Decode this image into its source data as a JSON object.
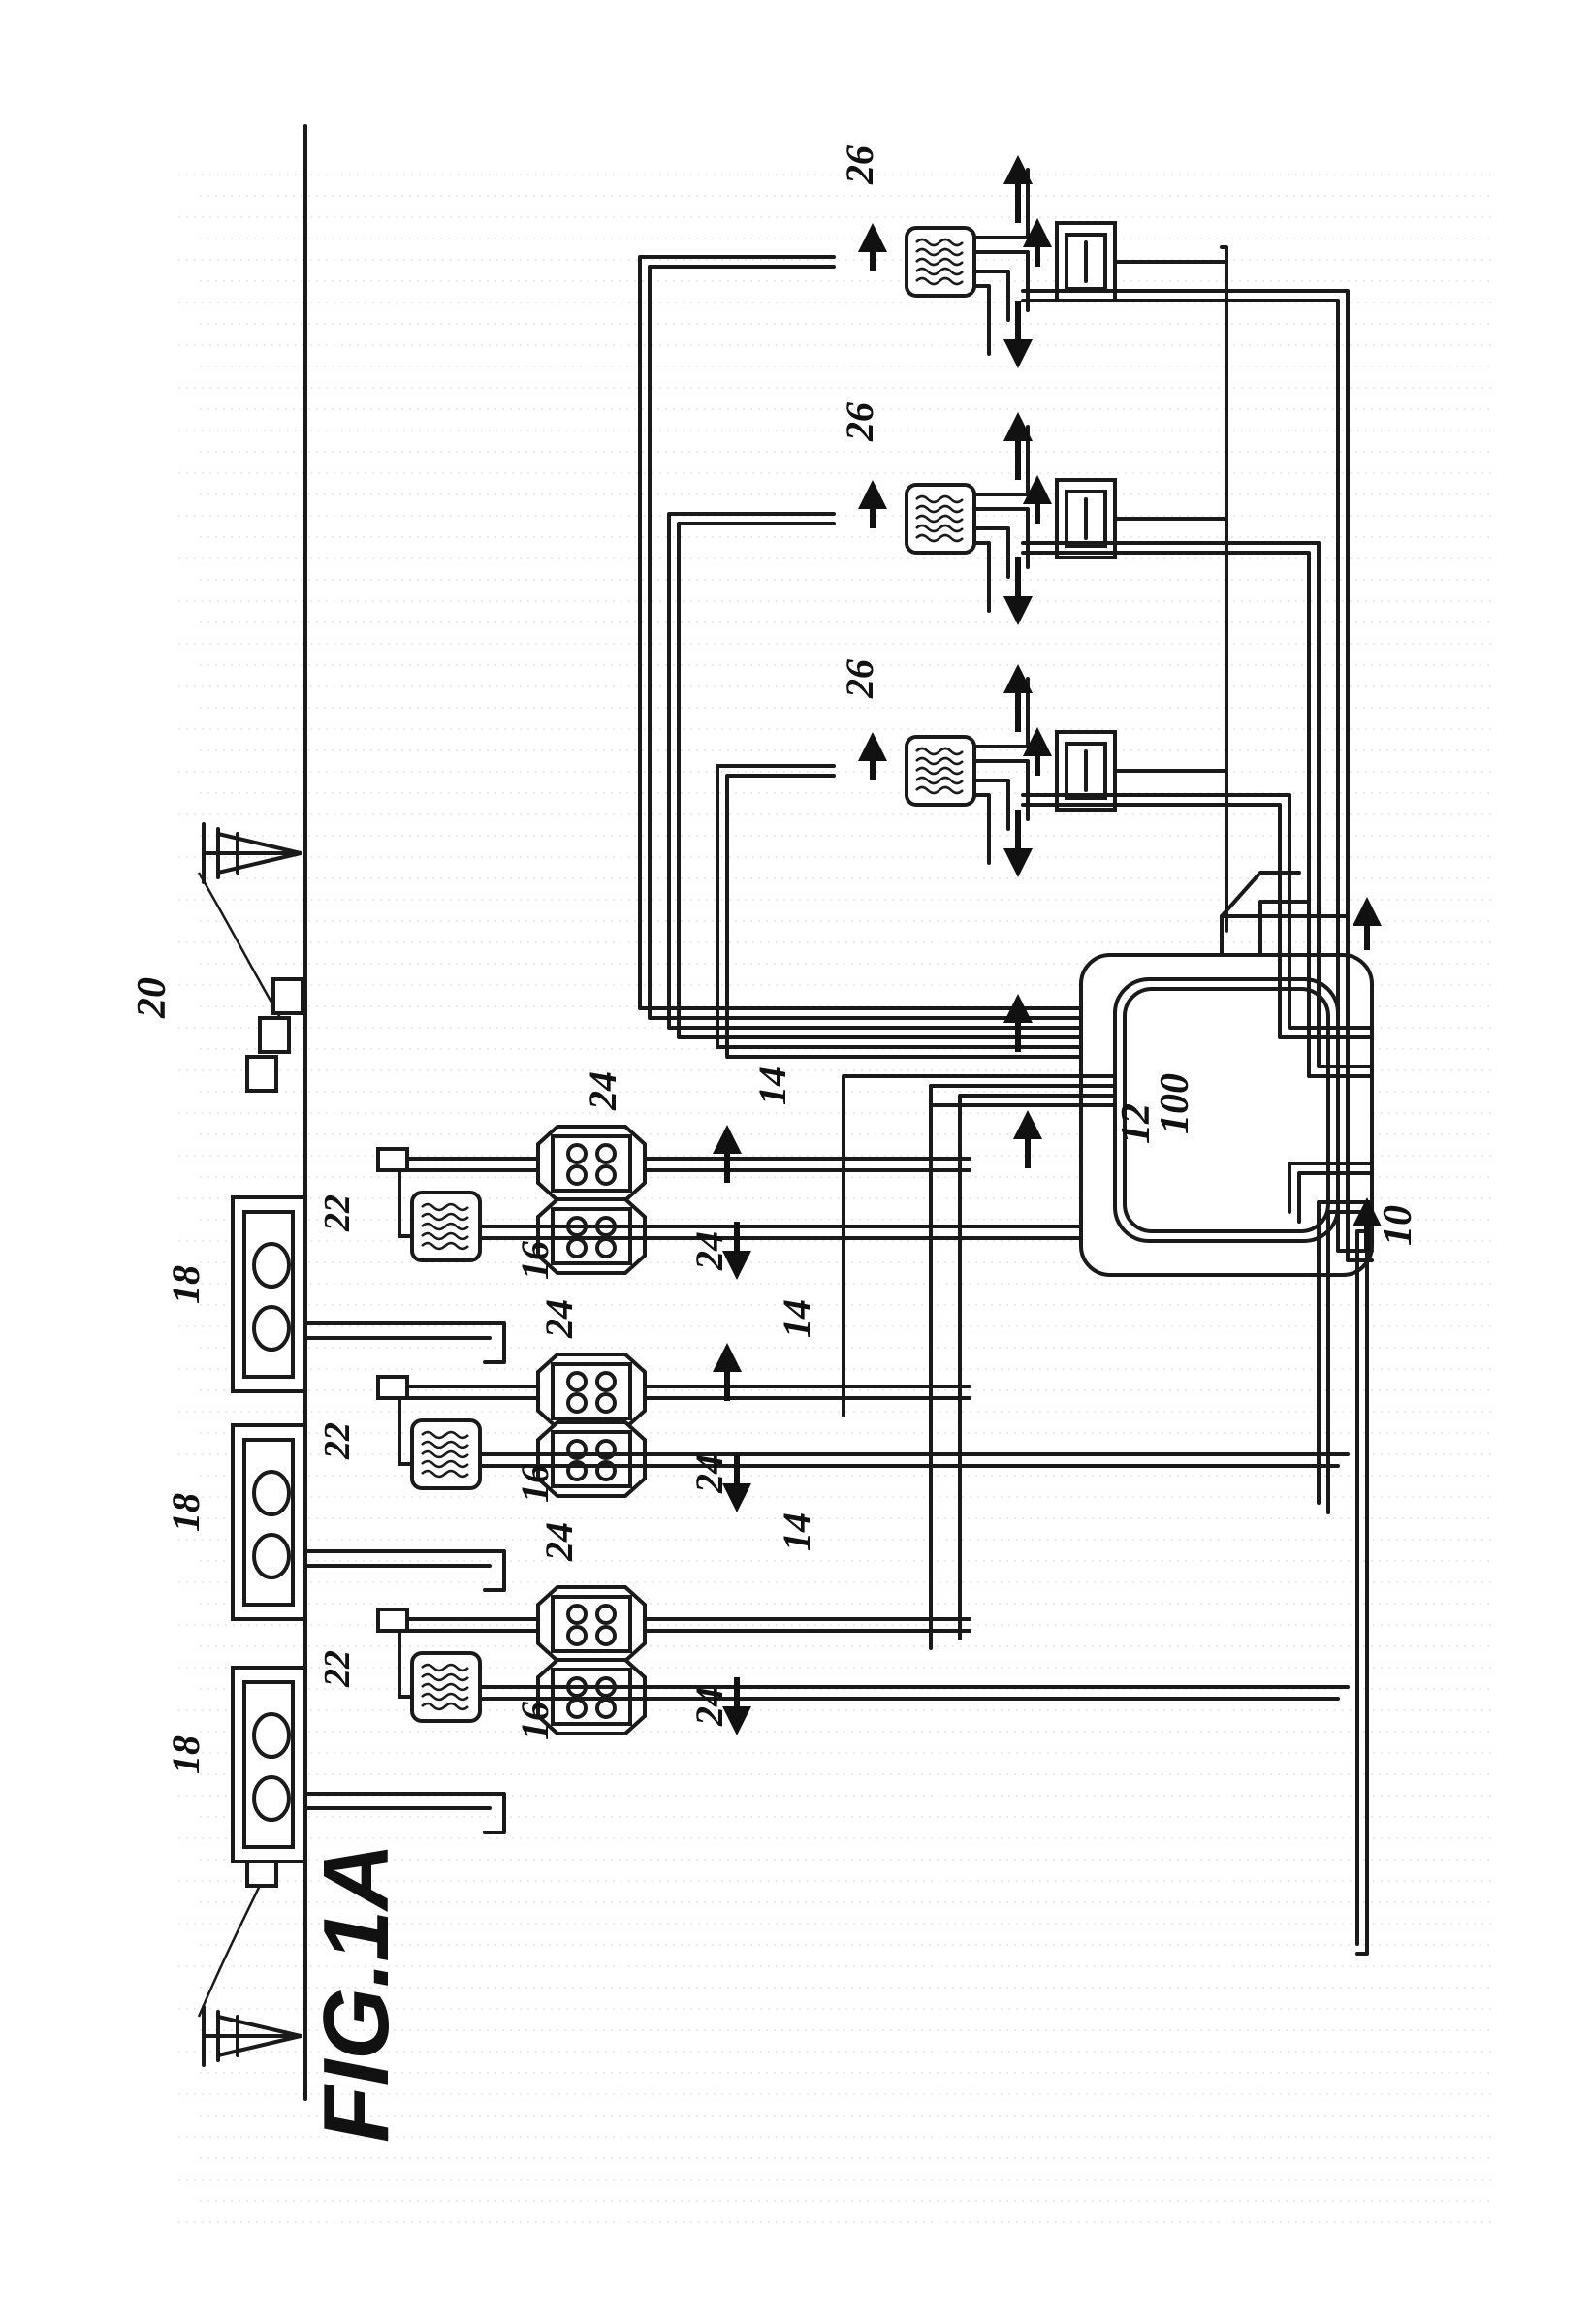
{
  "figure": {
    "caption": "FIG.1A"
  },
  "labels": {
    "system": "10",
    "controller": "12",
    "controller_inner": "100",
    "conduit": "14",
    "unit": "16",
    "storage": "18",
    "grid": "20",
    "source": "22",
    "converter": "24",
    "consumer": "26"
  }
}
